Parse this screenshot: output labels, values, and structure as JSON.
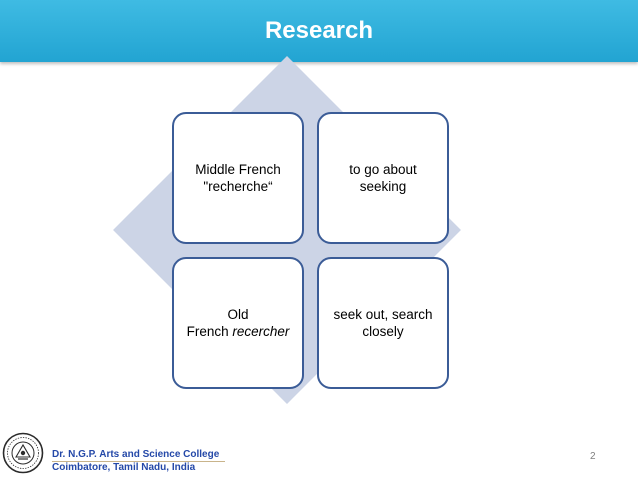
{
  "slide": {
    "title": "Research",
    "page_number": "2"
  },
  "boxes": [
    {
      "line1": "Middle French",
      "line2": "\"recherche“",
      "line2_prefix": "",
      "line2_italic": ""
    },
    {
      "line1": "to go about",
      "line2": "seeking",
      "line2_prefix": "",
      "line2_italic": ""
    },
    {
      "line1": "Old",
      "line2": "",
      "line2_prefix": "French ",
      "line2_italic": "recercher"
    },
    {
      "line1": "seek out, search",
      "line2": "closely",
      "line2_prefix": "",
      "line2_italic": ""
    }
  ],
  "footer": {
    "college_name": "Dr. N.G.P. Arts and Science College",
    "college_place": "Coimbatore, Tamil Nadu, India",
    "seal_icon": "college-seal-icon"
  },
  "colors": {
    "title_bar": "#22a4d2",
    "diamond": "#ccd4e6",
    "box_border": "#3b5c97",
    "footer_text": "#2448a8"
  }
}
